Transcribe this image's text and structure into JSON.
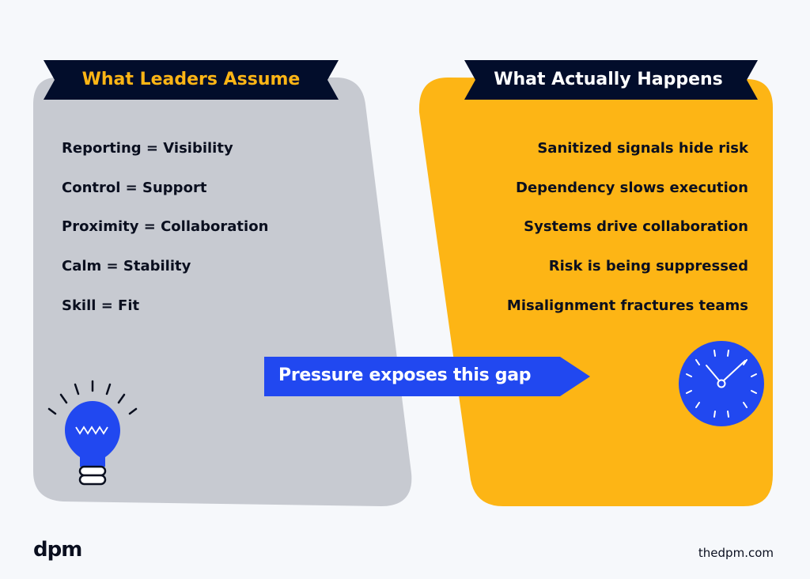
{
  "left_panel": {
    "title": "What Leaders Assume",
    "items": [
      "Reporting = Visibility",
      "Control = Support",
      "Proximity = Collaboration",
      "Calm = Stability",
      "Skill = Fit"
    ],
    "icon": "lightbulb-icon"
  },
  "right_panel": {
    "title": "What Actually Happens",
    "items": [
      "Sanitized signals hide risk",
      "Dependency slows execution",
      "Systems drive collaboration",
      "Risk is being suppressed",
      "Misalignment fractures teams"
    ],
    "icon": "clock-icon"
  },
  "arrow": {
    "label": "Pressure exposes this gap"
  },
  "footer": {
    "logo": "dpm",
    "site": "thedpm.com"
  },
  "colors": {
    "gray": "#c7cad1",
    "yellow": "#fdb515",
    "navy": "#020d2b",
    "blue": "#2148f0",
    "background": "#f6f8fb"
  }
}
